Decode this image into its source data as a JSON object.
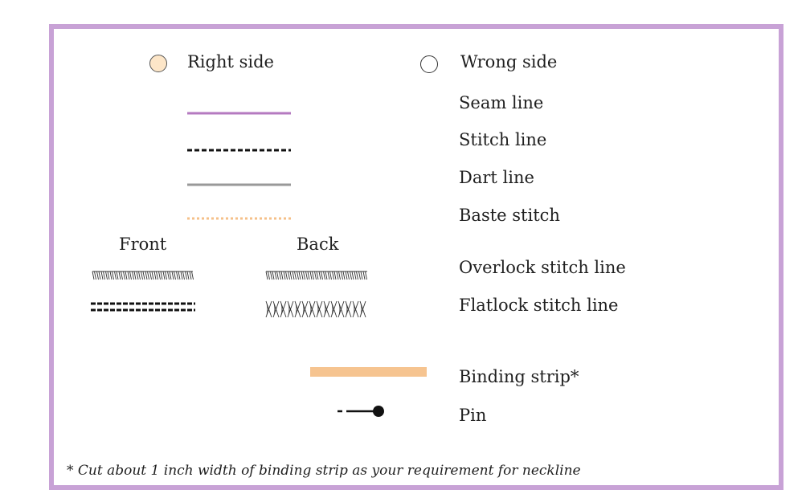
{
  "colors": {
    "frame_border": "#c8a2d6",
    "right_side_fill": "#fde6c8",
    "seam_line": "#b57ac0",
    "dart_line": "#999999",
    "baste_stitch": "#f5c08a",
    "binding_strip": "#f6c490",
    "text": "#1f1f1f"
  },
  "legend": {
    "right_side": "Right side",
    "wrong_side": "Wrong side",
    "seam_line": "Seam line",
    "stitch_line": "Stitch line",
    "dart_line": "Dart line",
    "baste_stitch": "Baste stitch",
    "front": "Front",
    "back": "Back",
    "overlock_stitch_line": "Overlock stitch line",
    "flatlock_stitch_line": "Flatlock stitch line",
    "binding_strip": "Binding strip*",
    "pin": "Pin"
  },
  "footnote": "* Cut about 1 inch width of binding strip as your requirement for neckline"
}
